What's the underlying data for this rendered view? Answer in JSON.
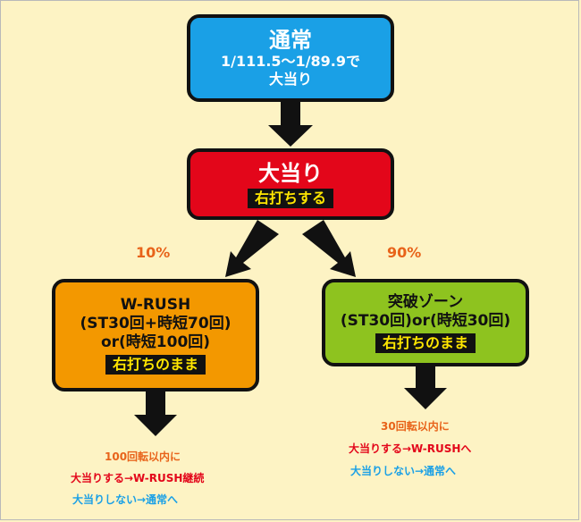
{
  "normal": {
    "title": "通常",
    "line1": "1/111.5～1/89.9で",
    "line2": "大当り"
  },
  "hit": {
    "title": "大当り",
    "tag": "右打ちする"
  },
  "branch": {
    "left_pct": "10%",
    "right_pct": "90%"
  },
  "wrush": {
    "line1": "W-RUSH",
    "line2": "(ST30回+時短70回)",
    "line3": "or(時短100回)",
    "tag": "右打ちのまま",
    "note_line1": "100回転以内に",
    "note_line2": "大当りする→W-RUSH継続",
    "note_line3": "大当りしない→通常へ"
  },
  "zone": {
    "line1": "突破ゾーン",
    "line2": "(ST30回)or(時短30回)",
    "tag": "右打ちのまま",
    "note_line1": "30回転以内に",
    "note_line2": "大当りする→W-RUSHへ",
    "note_line3": "大当りしない→通常へ"
  },
  "colors": {
    "normal_box": "#1aa0e6",
    "hit_box": "#e3061a",
    "wrush_box": "#f39800",
    "zone_box": "#8ec31f",
    "tag_text": "#ffe600",
    "percent_text": "#e8631a",
    "note_hit": "#e3061a",
    "note_miss": "#1aa0e6"
  }
}
